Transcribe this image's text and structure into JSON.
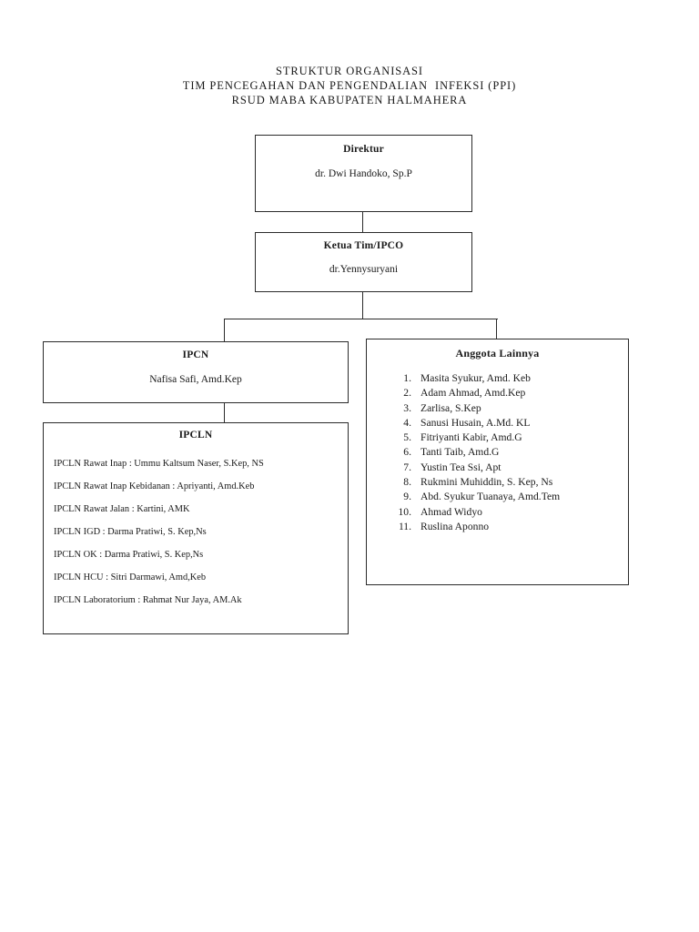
{
  "title": {
    "line1": "STRUKTUR ORGANISASI",
    "line2": "TIM PENCEGAHAN DAN PENGENDALIAN  INFEKSI (PPI)",
    "line3": "RSUD MABA KABUPATEN HALMAHERA"
  },
  "chart_data": {
    "type": "diagram",
    "diagram_type": "organizational-chart",
    "title": "STRUKTUR ORGANISASI TIM PENCEGAHAN DAN PENGENDALIAN INFEKSI (PPI) RSUD MABA KABUPATEN HALMAHERA",
    "orientation": "top-down",
    "nodes": [
      {
        "id": "direktur",
        "heading": "Direktur",
        "subtitle": "dr. Dwi Handoko, Sp.P",
        "level": 0
      },
      {
        "id": "ketua",
        "heading": "Ketua Tim/IPCO",
        "subtitle": "dr.Yennysuryani",
        "level": 1
      },
      {
        "id": "ipcn",
        "heading": "IPCN",
        "subtitle": "Nafisa Safi, Amd.Kep",
        "level": 2
      },
      {
        "id": "anggota",
        "heading": "Anggota Lainnya",
        "subtitle": "",
        "level": 2
      },
      {
        "id": "ipcln",
        "heading": "IPCLN",
        "subtitle": "",
        "level": 3
      }
    ],
    "edges": [
      {
        "from": "direktur",
        "to": "ketua"
      },
      {
        "from": "ketua",
        "to": "ipcn"
      },
      {
        "from": "ketua",
        "to": "anggota"
      },
      {
        "from": "ipcn",
        "to": "ipcln"
      }
    ]
  },
  "nodes": {
    "direktur": {
      "heading": "Direktur",
      "name": "dr. Dwi Handoko, Sp.P"
    },
    "ketua": {
      "heading": "Ketua Tim/IPCO",
      "name": "dr.Yennysuryani"
    },
    "ipcn": {
      "heading": "IPCN",
      "name": "Nafisa Safi,  Amd.Kep"
    },
    "ipcln": {
      "heading": "IPCLN",
      "items": [
        "IPCLN Rawat Inap : Ummu Kaltsum Naser, S.Kep, NS",
        "IPCLN Rawat Inap Kebidanan : Apriyanti, Amd.Keb",
        "IPCLN Rawat Jalan : Kartini, AMK",
        "IPCLN IGD : Darma Pratiwi, S. Kep,Ns",
        "IPCLN OK : Darma Pratiwi, S. Kep,Ns",
        "IPCLN HCU : Sitri Darmawi, Amd,Keb",
        "IPCLN Laboratorium : Rahmat Nur Jaya, AM.Ak"
      ]
    },
    "anggota": {
      "heading": "Anggota Lainnya",
      "members": [
        {
          "num": "1.",
          "name": "Masita Syukur, Amd. Keb"
        },
        {
          "num": "2.",
          "name": "Adam Ahmad, Amd.Kep"
        },
        {
          "num": "3.",
          "name": "Zarlisa, S.Kep"
        },
        {
          "num": "4.",
          "name": "Sanusi Husain, A.Md. KL"
        },
        {
          "num": "5.",
          "name": "Fitriyanti Kabir, Amd.G"
        },
        {
          "num": "6.",
          "name": "Tanti Taib, Amd.G"
        },
        {
          "num": "7.",
          "name": "Yustin Tea Ssi, Apt"
        },
        {
          "num": "8.",
          "name": "Rukmini Muhiddin, S. Kep, Ns"
        },
        {
          "num": "9.",
          "name": "Abd. Syukur Tuanaya, Amd.Tem"
        },
        {
          "num": "10.",
          "name": "Ahmad Widyo"
        },
        {
          "num": "11.",
          "name": "Ruslina Aponno"
        }
      ]
    }
  },
  "colors": {
    "background": "#ffffff",
    "border": "#2a2a2a",
    "text": "#1a1a1a"
  }
}
